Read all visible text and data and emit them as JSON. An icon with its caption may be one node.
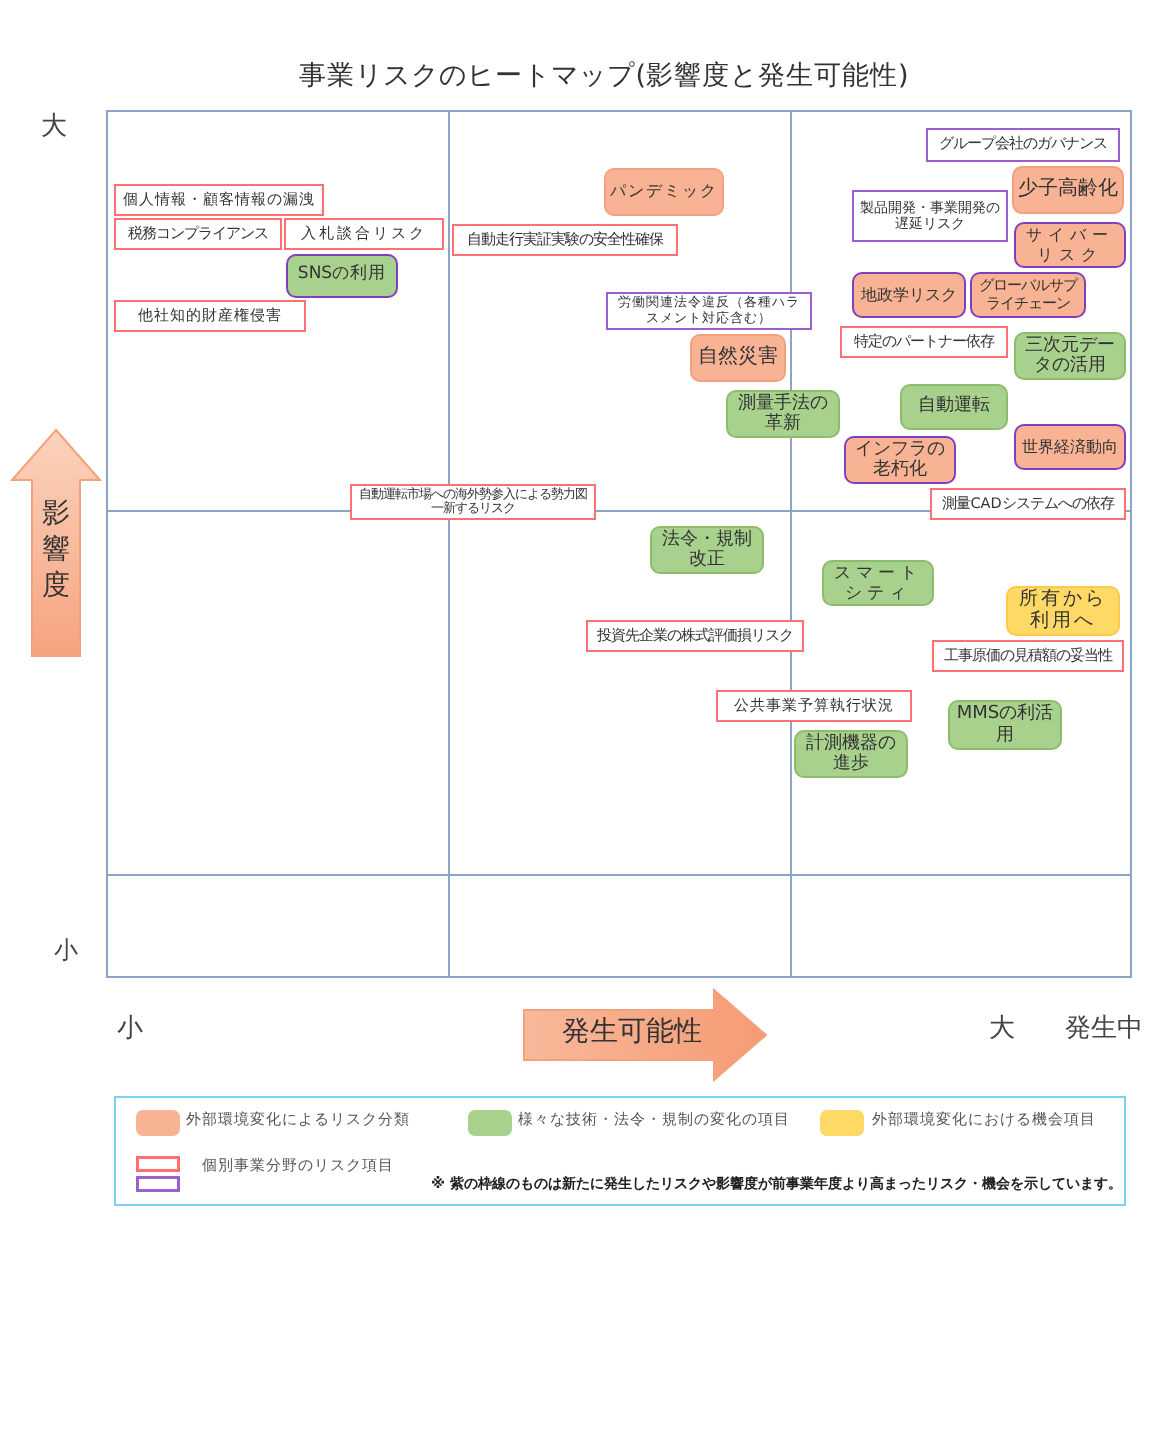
{
  "diagram": {
    "title": "事業リスクのヒートマップ(影響度と発生可能性)",
    "nodes": [
      {
        "text": [
          "グループ会社のガバナンス"
        ]
      },
      {
        "text": [
          "少子高齢化"
        ]
      },
      {
        "text": [
          "パンデミック"
        ]
      },
      {
        "text": [
          "個人情報・顧客情報の漏洩"
        ]
      },
      {
        "text": [
          "製品開発・事業開発の遅延リスク"
        ]
      },
      {
        "text": [
          "税務コンプライアンス"
        ]
      },
      {
        "text": [
          "入札談合リスク"
        ]
      },
      {
        "text": [
          "自動走行実証実験の安全性確保"
        ]
      },
      {
        "text": [
          "サイバーリスク"
        ]
      },
      {
        "text": [
          "SNSの利用"
        ]
      },
      {
        "text": [
          "地政学リスク"
        ]
      },
      {
        "text": [
          "グローバルサプライチェーン"
        ]
      },
      {
        "text": [
          "労働関連法令違反（各種ハラスメント対応含む）"
        ]
      },
      {
        "text": [
          "他社知的財産権侵害"
        ]
      },
      {
        "text": [
          "特定のパートナー依存"
        ]
      },
      {
        "text": [
          "三次元データの活用"
        ]
      },
      {
        "text": [
          "自然災害"
        ]
      },
      {
        "text": [
          "自動運転"
        ]
      },
      {
        "text": [
          "測量手法の革新"
        ]
      },
      {
        "text": [
          "世界経済動向"
        ]
      },
      {
        "text": [
          "インフラの老朽化"
        ]
      },
      {
        "text": [
          "自動運転市場への海外勢参入による勢力図一新するリスク"
        ]
      },
      {
        "text": [
          "測量CADシステムへの依存"
        ]
      },
      {
        "text": [
          "法令・規制改正"
        ]
      },
      {
        "text": [
          "スマートシティ"
        ]
      },
      {
        "text": [
          "所有から利用へ"
        ]
      },
      {
        "text": [
          "投資先企業の株式評価損リスク"
        ]
      },
      {
        "text": [
          "工事原価の見積額の妥当性"
        ]
      },
      {
        "text": [
          "公共事業予算執行状況"
        ]
      },
      {
        "text": [
          "MMSの利活用"
        ]
      },
      {
        "text": [
          "計測機器の進歩"
        ]
      }
    ],
    "labels": [
      "大",
      "影響度",
      "小",
      "小",
      "発生可能性",
      "大",
      "発生中",
      "※ 紫の枠線のものは新たに発生したリスクや影響度が前事業年度より高まったリスク・機会を示しています。"
    ],
    "legend": [
      {
        "text": "外部環境変化によるリスク分類",
        "color": "#f8b294"
      },
      {
        "text": "様々な技術・法令・規制の変化の項目",
        "color": "#a9d18e"
      },
      {
        "text": "外部環境変化における機会項目",
        "color": "#ffd966"
      },
      {
        "text": "個別事業分野のリスク項目"
      }
    ]
  }
}
